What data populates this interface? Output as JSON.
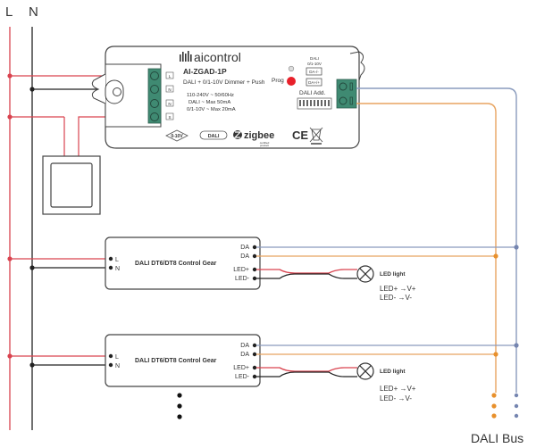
{
  "bus_labels": {
    "line": "L",
    "neutral": "N"
  },
  "controller": {
    "brand": "aicontrol",
    "model": "AI-ZGAD-1P",
    "description": "DALI + 0/1-10V Dimmer + Push",
    "specs": [
      "110-240V ~ 50/60Hz",
      "DALI ~ Max 50mA",
      "0/1-10V ~ Max 20mA"
    ],
    "terminals_left": [
      "L",
      "N",
      "N",
      "S"
    ],
    "prog_label": "Prog",
    "output_header": [
      "DALI",
      "0/1-10V"
    ],
    "output_terminals": [
      "DA-/-",
      "DA+/+"
    ],
    "dali_add_label": "DALI Add.",
    "cert_logos": [
      "0-10V",
      "DALI",
      "zigbee",
      "CE",
      "WEEE"
    ],
    "zigbee_sub": [
      "certified",
      "product"
    ]
  },
  "control_gears": [
    {
      "title": "DALI DT6/DT8 Control Gear",
      "inputs": [
        "L",
        "N"
      ],
      "outputs": [
        "DA",
        "DA",
        "LED+",
        "LED-"
      ],
      "light_label": "LED light",
      "mapping": [
        "LED+ →V+",
        "LED- →V-"
      ]
    },
    {
      "title": "DALI DT6/DT8 Control Gear",
      "inputs": [
        "L",
        "N"
      ],
      "outputs": [
        "DA",
        "DA",
        "LED+",
        "LED-"
      ],
      "light_label": "LED light",
      "mapping": [
        "LED+ →V+",
        "LED- →V-"
      ]
    }
  ],
  "dali_bus_label": "DALI Bus",
  "colors": {
    "live": "#d9434f",
    "neutral": "#222222",
    "dali_blue": "#8a9bbd",
    "dali_orange": "#e8a460",
    "terminal_green": "#3f8a72",
    "prog_led": "#e8202a"
  }
}
